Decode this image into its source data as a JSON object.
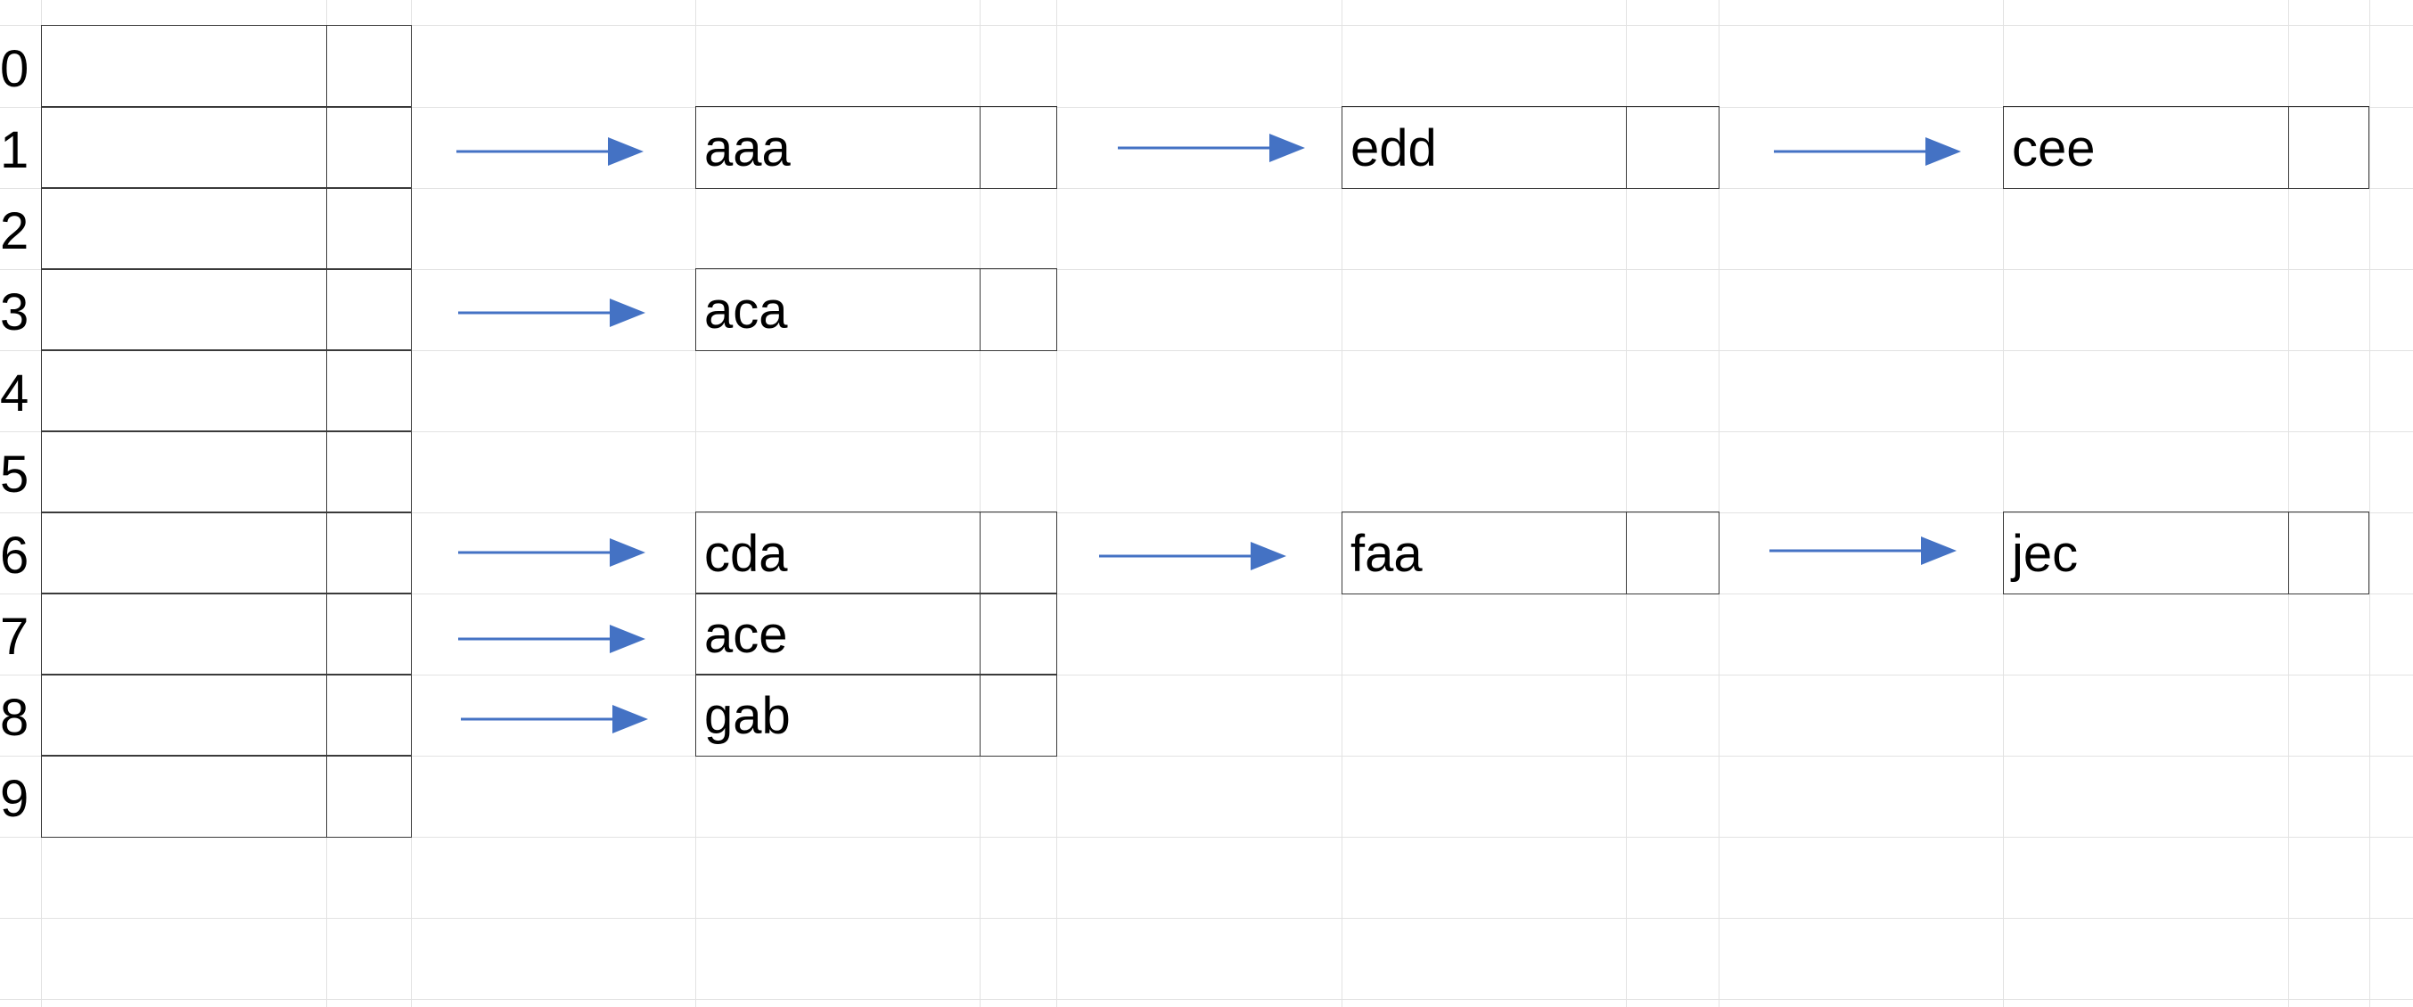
{
  "table": {
    "rows": [
      "0",
      "1",
      "2",
      "3",
      "4",
      "5",
      "6",
      "7",
      "8",
      "9"
    ]
  },
  "chains": [
    {
      "row": 1,
      "nodes": [
        "aaa",
        "edd",
        "cee"
      ]
    },
    {
      "row": 3,
      "nodes": [
        "aca"
      ]
    },
    {
      "row": 6,
      "nodes": [
        "cda",
        "faa",
        "jec"
      ]
    },
    {
      "row": 7,
      "nodes": [
        "ace"
      ]
    },
    {
      "row": 8,
      "nodes": [
        "gab"
      ]
    }
  ],
  "colors": {
    "arrow": "#4472C4",
    "border": "#3a3a3a",
    "grid": "#e2e2e2"
  }
}
